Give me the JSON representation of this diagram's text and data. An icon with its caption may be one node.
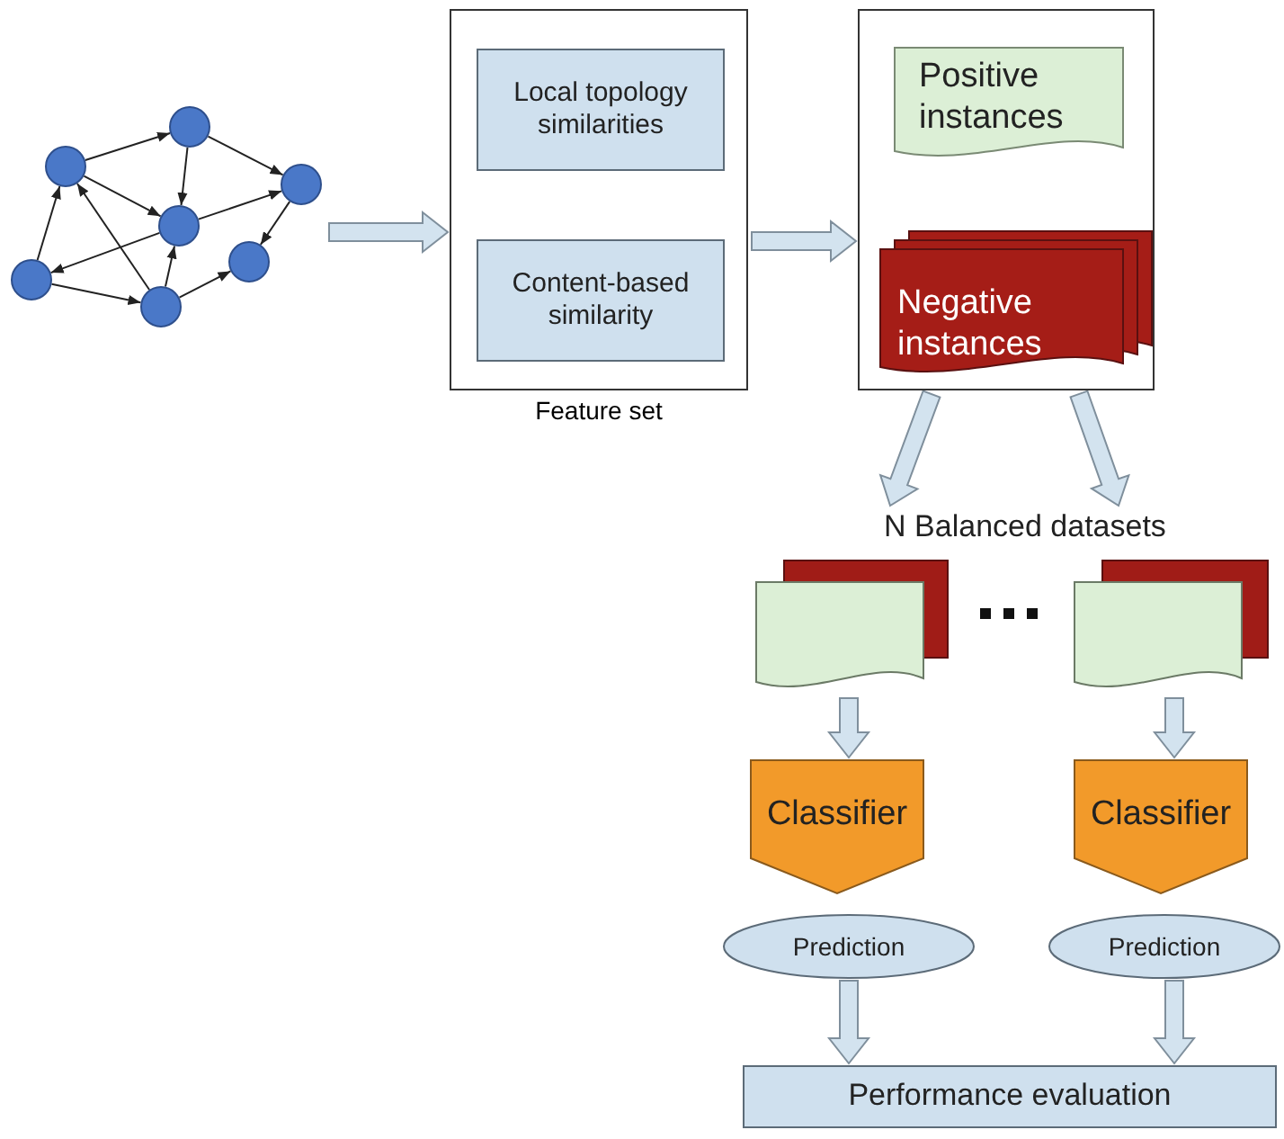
{
  "diagram": {
    "nodes": [
      {
        "text": [],
        "shape": "circle"
      },
      {
        "text": [],
        "shape": "circle"
      },
      {
        "text": [],
        "shape": "circle"
      },
      {
        "text": [],
        "shape": "circle"
      },
      {
        "text": [],
        "shape": "circle"
      },
      {
        "text": [],
        "shape": "circle"
      },
      {
        "text": [],
        "shape": "circle"
      },
      {
        "text": [
          "Feature set"
        ]
      },
      {
        "text": [
          "Local topology similarities"
        ],
        "in": 7
      },
      {
        "text": [
          "Content-based similarity"
        ],
        "in": 7
      },
      {
        "text": [],
        "shape": "box"
      },
      {
        "text": [
          "Positive instances"
        ],
        "in": 10
      },
      {
        "text": [
          "Negative instances"
        ],
        "in": 10
      },
      {
        "text": [
          "N Balanced datasets"
        ]
      },
      {
        "text": [],
        "shape": "document"
      },
      {
        "text": [],
        "shape": "document"
      },
      {
        "text": [
          "Classifier"
        ]
      },
      {
        "text": [
          "Classifier"
        ]
      },
      {
        "text": [
          "Prediction"
        ]
      },
      {
        "text": [
          "Prediction"
        ]
      },
      {
        "text": [
          "Performance evaluation"
        ]
      }
    ],
    "edges": [
      {
        "from": 1,
        "to": 4,
        "arrow": "to"
      },
      {
        "from": 4,
        "to": 6,
        "arrow": "to"
      },
      {
        "from": 4,
        "to": 3,
        "arrow": "to"
      },
      {
        "from": 1,
        "to": 3,
        "arrow": "to"
      },
      {
        "from": 3,
        "to": 6,
        "arrow": "to"
      },
      {
        "from": 6,
        "to": 5,
        "arrow": "to"
      },
      {
        "from": 3,
        "to": 0,
        "arrow": "to"
      },
      {
        "from": 0,
        "to": 1,
        "arrow": "to"
      },
      {
        "from": 2,
        "to": 1,
        "arrow": "to"
      },
      {
        "from": 2,
        "to": 3,
        "arrow": "to"
      },
      {
        "from": 0,
        "to": 2,
        "arrow": "to"
      },
      {
        "from": 2,
        "to": 5,
        "arrow": "to"
      },
      {
        "from": null,
        "to": 7,
        "arrow": "to"
      },
      {
        "from": 7,
        "to": 10,
        "arrow": "to"
      },
      {
        "from": 10,
        "to": 13,
        "arrow": "to"
      },
      {
        "from": 10,
        "to": 13,
        "arrow": "to"
      },
      {
        "from": 14,
        "to": 16,
        "arrow": "to"
      },
      {
        "from": 15,
        "to": 17,
        "arrow": "to"
      },
      {
        "from": 18,
        "to": 20,
        "arrow": "to"
      },
      {
        "from": 19,
        "to": 20,
        "arrow": "to"
      }
    ]
  }
}
